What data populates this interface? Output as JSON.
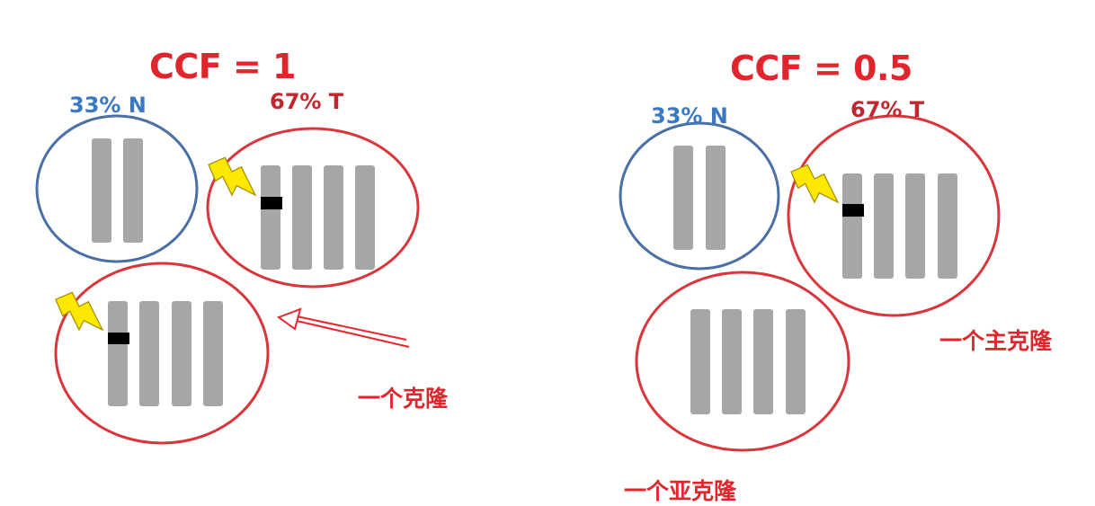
{
  "colors": {
    "normal_outline": "#4a6fa5",
    "tumor_outline": "#d9353b",
    "chromosome": "#a6a6a6",
    "mutation": "#000000",
    "bolt_fill": "#ffe800",
    "arrow": "#e8262c"
  },
  "left": {
    "title": "CCF = 1",
    "normal_pct": "33% N",
    "tumor_pct": "67% T",
    "annotation": "一个克隆"
  },
  "right": {
    "title": "CCF = 0.5",
    "normal_pct": "33% N",
    "tumor_pct": "67% T",
    "annotation_main": "一个主克隆",
    "annotation_sub": "一个亚克隆"
  },
  "icons": {
    "mutation_marker": "lightning-bolt-icon"
  }
}
